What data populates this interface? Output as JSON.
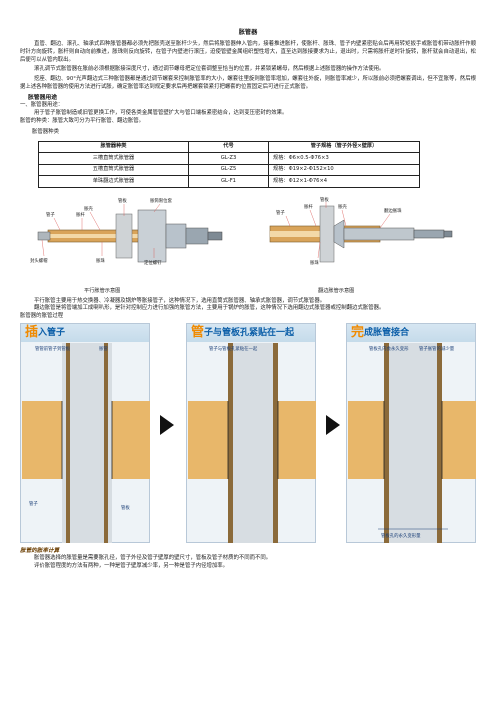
{
  "doc": {
    "title": "胀管器",
    "intro": "直管、翻边、滚孔、轴承式四种胀管器都必须先把胀壳送至胀杆少头，然后将胀管器伸入管内，接着推进胀杆，使胀杆、胀珠、管子内壁紧密贴合后再用转矩扳手或胀管机带动胀杆作顺时针方向旋转，胀杆则自动向前推进，胀珠则反向旋转，在管子内壁进行滚压，迫使管壁金属组织塑性增大，直至达到胀接要求为止，退出时，只需将胀杆逆时针旋转，胀杆就会自动退出，松后便可以从管内取出。",
    "para2": "滚孔调节式胀管器在胀前必须根据胀接深度尺寸，通过调节螺母把定位套调整至恰当的位置，并紧锁紧螺母，然后根据上述胀管器的操作方法使用。",
    "para3": "挖座、翻边、90°光声翻边式三种胀管器都是通过调节螺套来控制胀管率的大小，螺套往里旋则胀管率增加，螺套往外旋，则胀管率减少，所以胀前必须把螺套调出，但不宜胀等，然后根据上述各种胀管器的使用方法进行试胀，确定胀管率达到规定要求后再把螺套锁紧打把螺套的位置固定后可进行正式胀管。",
    "sec1": "胀管器用途",
    "sec1_sub": "一、胀管器用途：",
    "usage": "用于管子胀管制造或旧管更换工作，可使各类金属管管壁扩大与管口端板紧密结合，达到变压密封的效果。",
    "kinds": "胀管的种类：胀管大致可分为平行胀管、翻边胀管。",
    "table_title": "胀管器种类",
    "table": {
      "headers": [
        "胀管器种类",
        "代号",
        "管子规格（管子外径×壁厚）"
      ],
      "rows": [
        [
          "三槽直筒式胀管器",
          "GL-Z3",
          "规格：Φ6×0.5-Φ76×3"
        ],
        [
          "五槽直筒式胀管器",
          "GL-Z5",
          "规格：Φ19×2-Φ152×10"
        ],
        [
          "单珠翻边式胀管器",
          "GL-F1",
          "规格：Φ12×1-Φ76×4"
        ]
      ]
    },
    "fig1": {
      "caption": "平行胀管示意图",
      "labels": [
        "管板",
        "胀筒限位套",
        "胀壳",
        "管子",
        "胀杆",
        "封头螺帽",
        "胀珠",
        "定位螺钉"
      ]
    },
    "fig2": {
      "caption": "翻边胀管示意图",
      "labels": [
        "管板",
        "管子",
        "胀杆",
        "胀壳",
        "翻边胀珠",
        "胀珠"
      ]
    },
    "para4": "平行胀管主要用于热交换器、冷凝器及锅炉等胀接管子，这种情况下，选用直筒式胀管器、轴承式胀管器，调节式胀管器。",
    "para5": "翻边胀管是将管端加工成喇叭形，是针对控制应力进行加强的胀管方法，主要用于锅炉的胀管，这种情况下选用翻边式胀管器或控制翻边式胀管器。",
    "process_title": "胀管器的胀管过程",
    "panels": [
      {
        "big": "插",
        "rest": "入管子",
        "l1": "管管前管子到管板",
        "l2": "胀管",
        "l3": "管子",
        "l4": "管板"
      },
      {
        "big": "管",
        "rest": "子与管板孔紧贴在一起",
        "l1": "管子与管板孔紧贴在一起",
        "l2": "",
        "l3": "",
        "l4": ""
      },
      {
        "big": "完",
        "rest": "成胀管接合",
        "l1": "管板孔内会永久变形",
        "l2": "管子胀管的减少量",
        "l3": "",
        "l4": "管板孔的永久变形量"
      }
    ],
    "calc_title": "胀管的胀率计算",
    "calc1": "胀管器选择的胀管量是需要胀孔径，管子外径及管子壁厚的壁尺寸，管板及管子材质的不同而不同。",
    "calc2": "评价胀管程度的方法有两种，一种是管子壁厚减少率，另一种是管子内径增加率。"
  },
  "colors": {
    "accent_orange": "#f08a00",
    "accent_blue": "#0b5ea8",
    "panel_bg": "#eef3f7",
    "panel_border": "#b8c8d8",
    "tube_brown": "#8b6a3a",
    "plate_tan": "#e8b76a"
  }
}
